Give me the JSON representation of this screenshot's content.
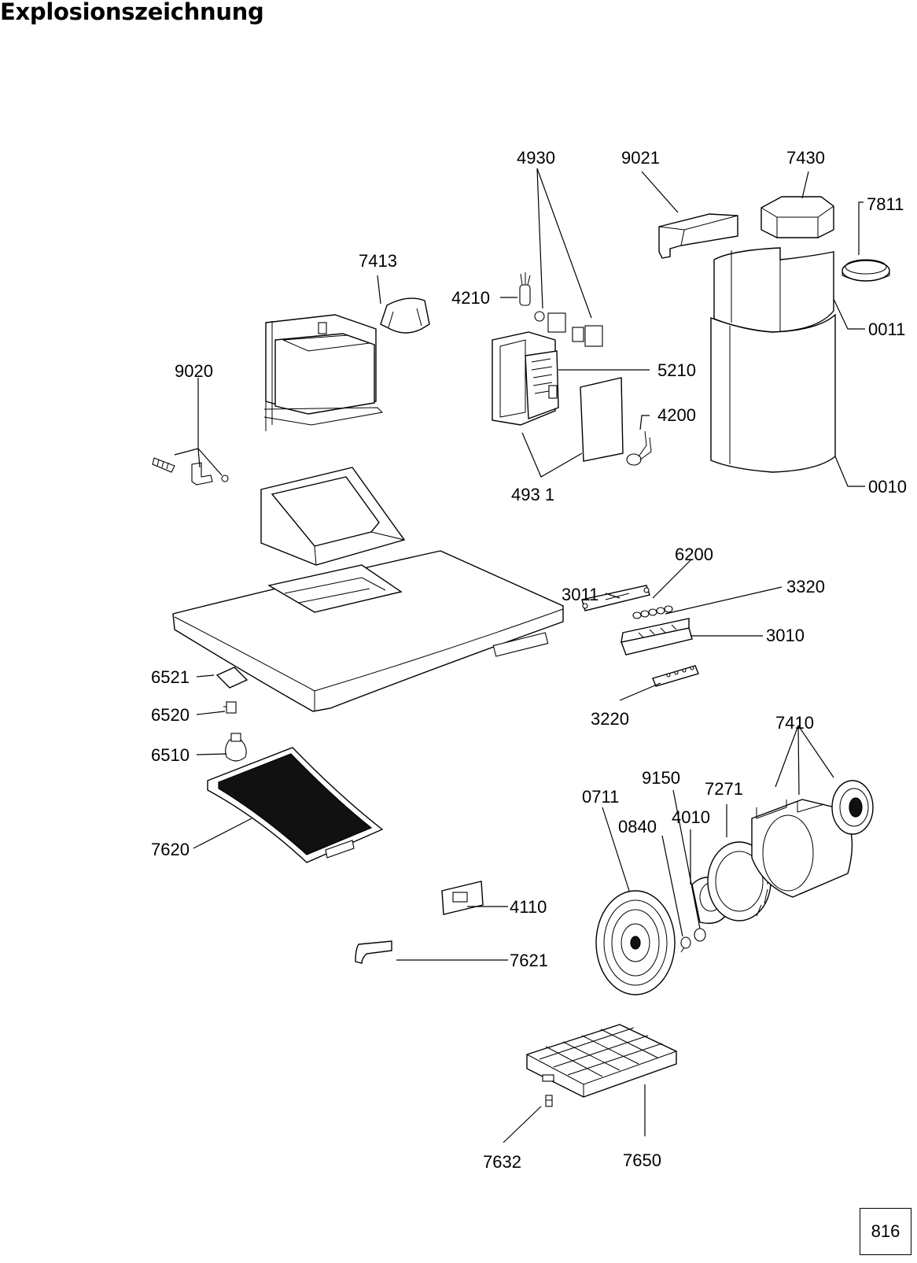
{
  "title": "Explosionszeichnung",
  "page_number": "816",
  "part_labels": {
    "p4930": "4930",
    "p9021": "9021",
    "p7430": "7430",
    "p7811": "7811",
    "p7413": "7413",
    "p4210": "4210",
    "p0011": "0011",
    "p9020": "9020",
    "p5210": "5210",
    "p4200": "4200",
    "p0010": "0010",
    "p4931": "493 1",
    "p6200": "6200",
    "p3011": "3011",
    "p3320": "3320",
    "p3010": "3010",
    "p6521": "6521",
    "p3220": "3220",
    "p6520": "6520",
    "p7410": "7410",
    "p6510": "6510",
    "p9150": "9150",
    "p7271": "7271",
    "p0711": "0711",
    "p4010": "4010",
    "p0840": "0840",
    "p7620": "7620",
    "p4110": "4110",
    "p7621": "7621",
    "p7632": "7632",
    "p7650": "7650"
  }
}
